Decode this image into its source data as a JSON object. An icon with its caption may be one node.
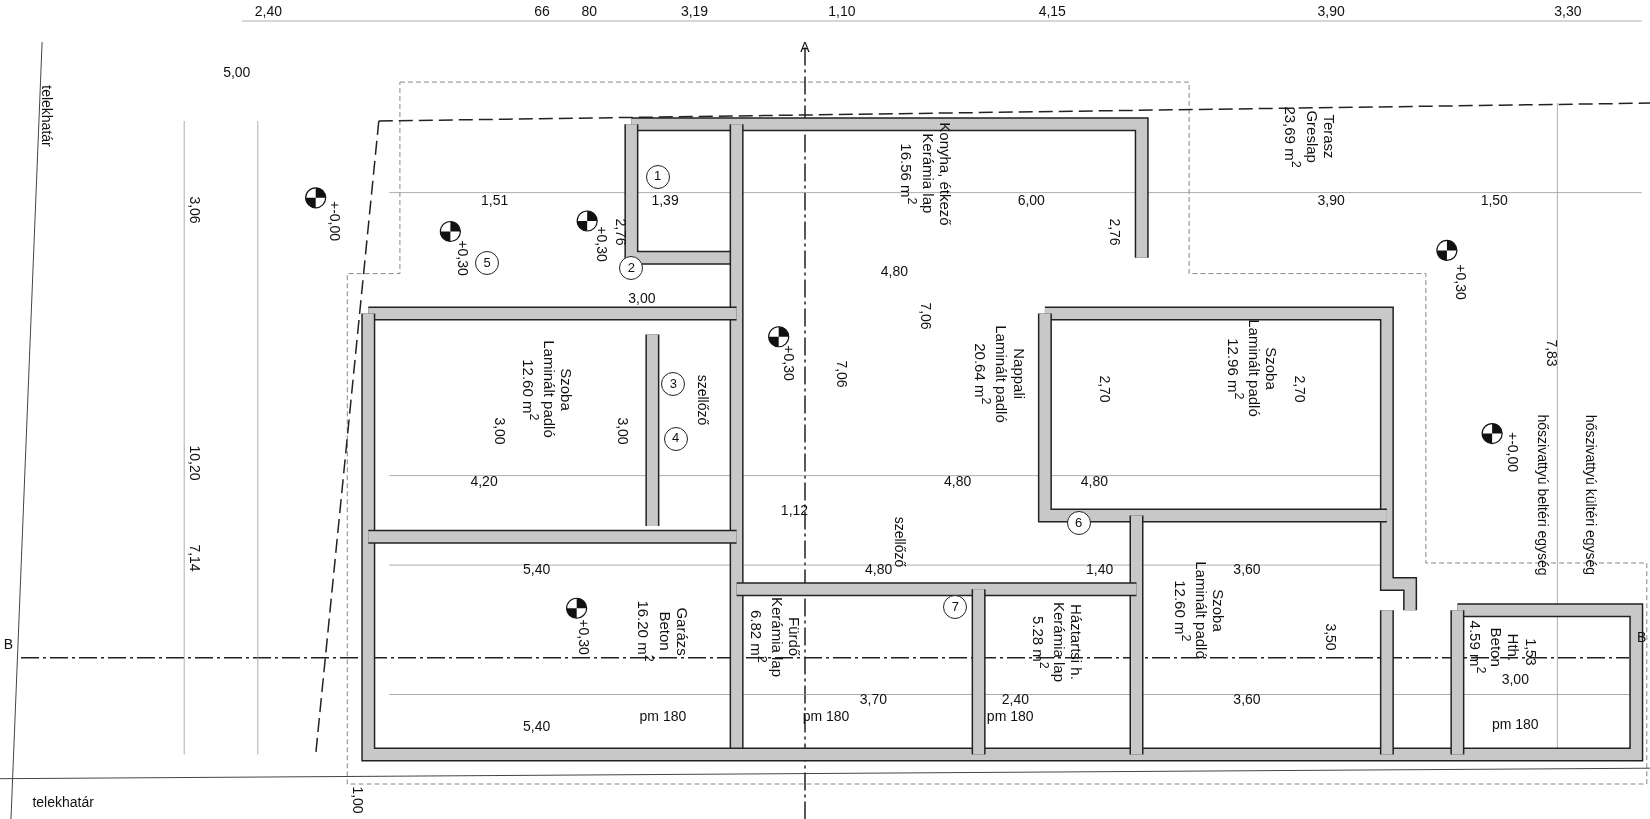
{
  "diagram": {
    "nodes": [
      {
        "text": [
          "Terasz",
          "Greslap",
          "23,69 m$^{2}$"
        ]
      },
      {
        "text": [
          "1"
        ]
      },
      {
        "text": [
          "Konyha, étkező",
          "Kerámia lap",
          "16.56 m$^{2}$"
        ]
      },
      {
        "text": [
          "5"
        ]
      },
      {
        "text": [
          "2"
        ]
      },
      {
        "text": [
          "Nappali",
          "Laminált padló",
          "20.64 m$^{2}$"
        ]
      },
      {
        "text": [
          "Szoba",
          "Laminált padló",
          "12.96 m$^{2}$"
        ]
      },
      {
        "text": [
          "3"
        ]
      },
      {
        "text": [
          "Szoba",
          "Laminált padló",
          "12.60 m$^{2}$"
        ]
      },
      {
        "text": [
          "4"
        ]
      },
      {
        "text": [
          "6"
        ]
      },
      {
        "text": [
          "Szoba",
          "Laminált padló",
          "12.60 m$^{2}$"
        ]
      },
      {
        "text": [
          "Garázs",
          "Beton",
          "16.20 m$^{2}$"
        ]
      },
      {
        "text": [
          "Fürdő",
          "Kerámia lap",
          "6.82 m$^{2}$"
        ]
      },
      {
        "text": [
          "7"
        ]
      },
      {
        "text": [
          "Háztartsi h.",
          "Kerámia lap",
          "5.28 m$^{2}$"
        ]
      },
      {
        "text": [
          "Hth.",
          "Beton",
          "4.59 m$^{2}$"
        ]
      }
    ],
    "edges": [],
    "labels": [
      "A",
      "2,40",
      "66",
      "80",
      "3,19",
      "1,10",
      "4,15",
      "3,90",
      "3,30",
      "5,00",
      "telekhatár",
      "+-0,00",
      "+0,30",
      "+0,30",
      "1,51",
      "1,39",
      "6,00",
      "3,90",
      "1,50",
      "3,06",
      "2,76",
      "2,76",
      "+0,30",
      "3,00",
      "4,80",
      "+0,30",
      "7,06",
      "7,06",
      "2,70",
      "2,70",
      "7,83",
      "szellőző",
      "3,00",
      "3,00",
      "10,20",
      "+-0,00",
      "hőszivattyú beltéri egység",
      "hőszivattyú kültéri egység",
      "4,20",
      "4,80",
      "4,80",
      "1,12",
      "7,14",
      "szellőző",
      "5,40",
      "4,80",
      "1,40",
      "3,60",
      "+0,30",
      "3,50",
      "1,53",
      "B",
      "B",
      "3,70",
      "2,40",
      "3,60",
      "3,00",
      "5,40",
      "pm 180",
      "pm 180",
      "pm 180",
      "pm 180",
      "telekhatár",
      "1,00"
    ]
  }
}
